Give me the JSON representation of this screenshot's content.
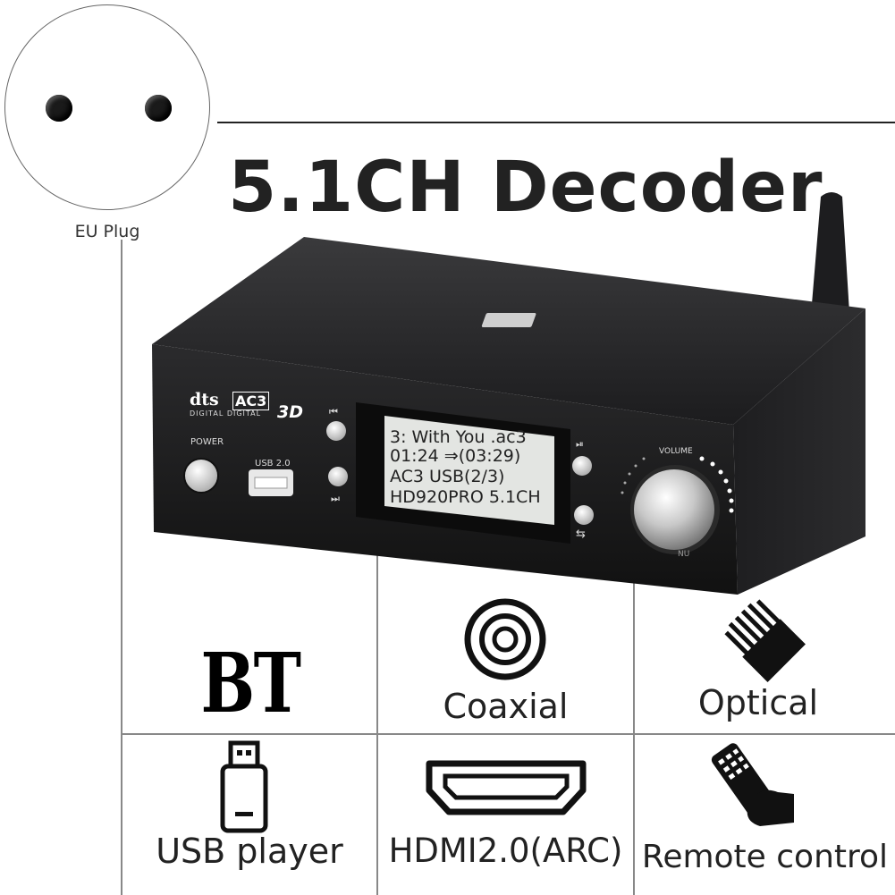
{
  "plug": {
    "label": "EU Plug"
  },
  "title": "5.1CH Decoder",
  "device": {
    "power_label": "POWER",
    "usb_label": "USB 2.0",
    "volume_label": "VOLUME",
    "menu_label": "NU",
    "logos": {
      "dts": "dts",
      "ac3": "AC3",
      "d3": "3D",
      "digital": "DIGITAL DIGITAL"
    },
    "lcd": [
      "3:  With You .ac3",
      "01:24 ⇒(03:29)",
      "AC3    USB(2/3)",
      "HD920PRO  5.1CH"
    ]
  },
  "features": {
    "bt": "BT",
    "coaxial": "Coaxial",
    "optical": "Optical",
    "usb": "USB player",
    "hdmi": "HDMI2.0(ARC)",
    "remote": "Remote control"
  }
}
